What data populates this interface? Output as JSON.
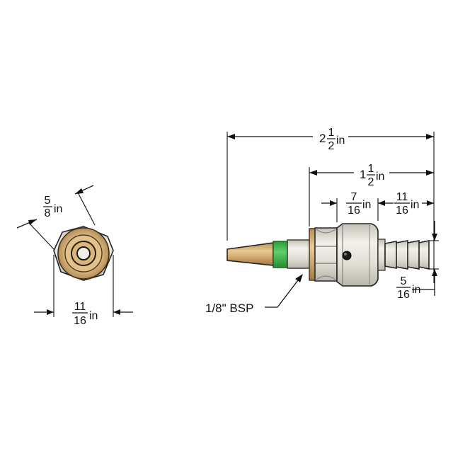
{
  "colors": {
    "brass": "#d6b27c",
    "brass_dark": "#a8814a",
    "steel": "#e4e2d8",
    "steel_shade": "#c9c6bb",
    "green": "#3cb54a",
    "line": "#111111"
  },
  "end_view": {
    "dim_flats": {
      "whole": "",
      "num": "5",
      "den": "8",
      "unit": "in"
    },
    "dim_width": {
      "whole": "",
      "num": "11",
      "den": "16",
      "unit": "in"
    }
  },
  "side_view": {
    "dim_overall": {
      "whole": "2",
      "num": "1",
      "den": "2",
      "unit": "in"
    },
    "dim_body": {
      "whole": "1",
      "num": "1",
      "den": "2",
      "unit": "in"
    },
    "dim_coupling": {
      "whole": "",
      "num": "7",
      "den": "16",
      "unit": "in"
    },
    "dim_tail": {
      "whole": "",
      "num": "11",
      "den": "16",
      "unit": "in"
    },
    "dim_barb": {
      "whole": "",
      "num": "5",
      "den": "16",
      "unit": "in"
    },
    "thread_label": "1/8\" BSP"
  }
}
